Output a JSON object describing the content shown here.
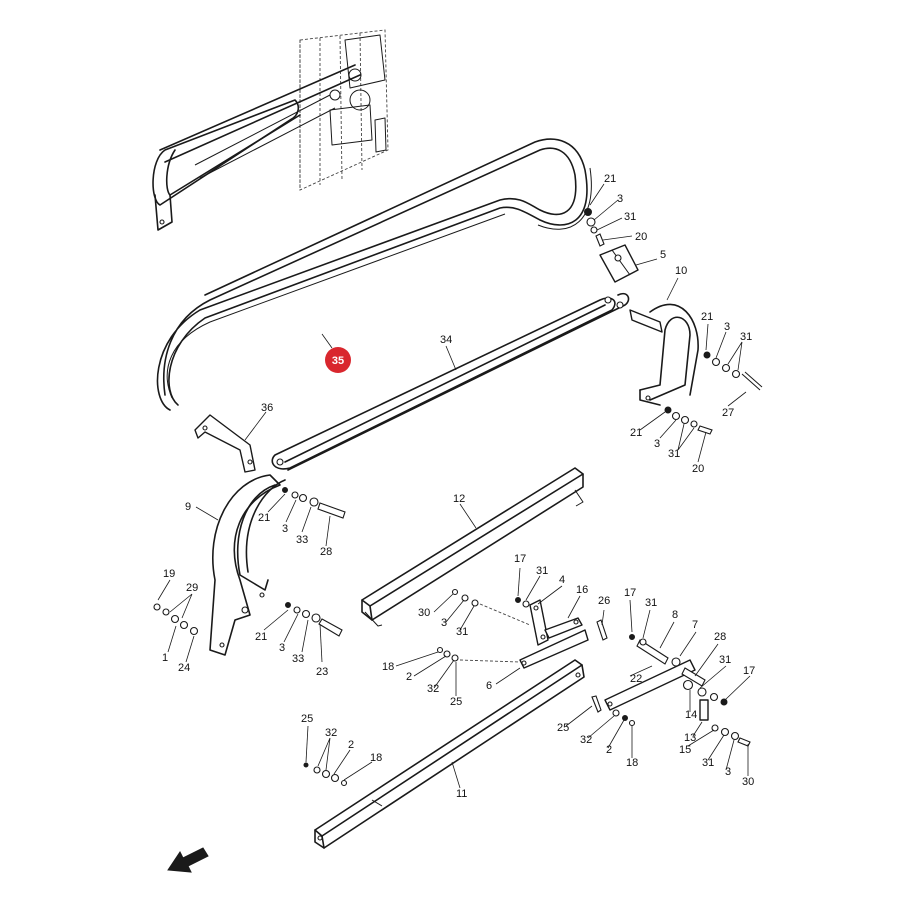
{
  "highlight": {
    "number": "35",
    "color": "#d9272e"
  },
  "labels": {
    "l21a": "21",
    "l3a": "3",
    "l31a": "31",
    "l20a": "20",
    "l5": "5",
    "l10": "10",
    "l21b": "21",
    "l3b": "3",
    "l31b": "31",
    "l34": "34",
    "l27": "27",
    "l21c": "21",
    "l3c": "3",
    "l31c": "31",
    "l20c": "20",
    "l36": "36",
    "l9": "9",
    "l21d": "21",
    "l3d": "3",
    "l33a": "33",
    "l28a": "28",
    "l12": "12",
    "l19": "19",
    "l29": "29",
    "l1": "1",
    "l24": "24",
    "l21e": "21",
    "l3e": "3",
    "l33b": "33",
    "l23": "23",
    "l17a": "17",
    "l31d": "31",
    "l4": "4",
    "l16": "16",
    "l30a": "30",
    "l3f": "3",
    "l31e": "31",
    "l26": "26",
    "l17b": "17",
    "l31f": "31",
    "l8": "8",
    "l7": "7",
    "l28b": "28",
    "l18a": "18",
    "l2a": "2",
    "l32a": "32",
    "l25a": "25",
    "l6": "6",
    "l22": "22",
    "l31g": "31",
    "l17c": "17",
    "l14": "14",
    "l25b": "25",
    "l32b": "32",
    "l2b": "2",
    "l18b": "18",
    "l13": "13",
    "l15": "15",
    "l31h": "31",
    "l3g": "3",
    "l30b": "30",
    "l25c": "25",
    "l32c": "32",
    "l2c": "2",
    "l18c": "18",
    "l11": "11"
  },
  "icons": {
    "direction_arrow": "arrow-down-left-icon"
  }
}
